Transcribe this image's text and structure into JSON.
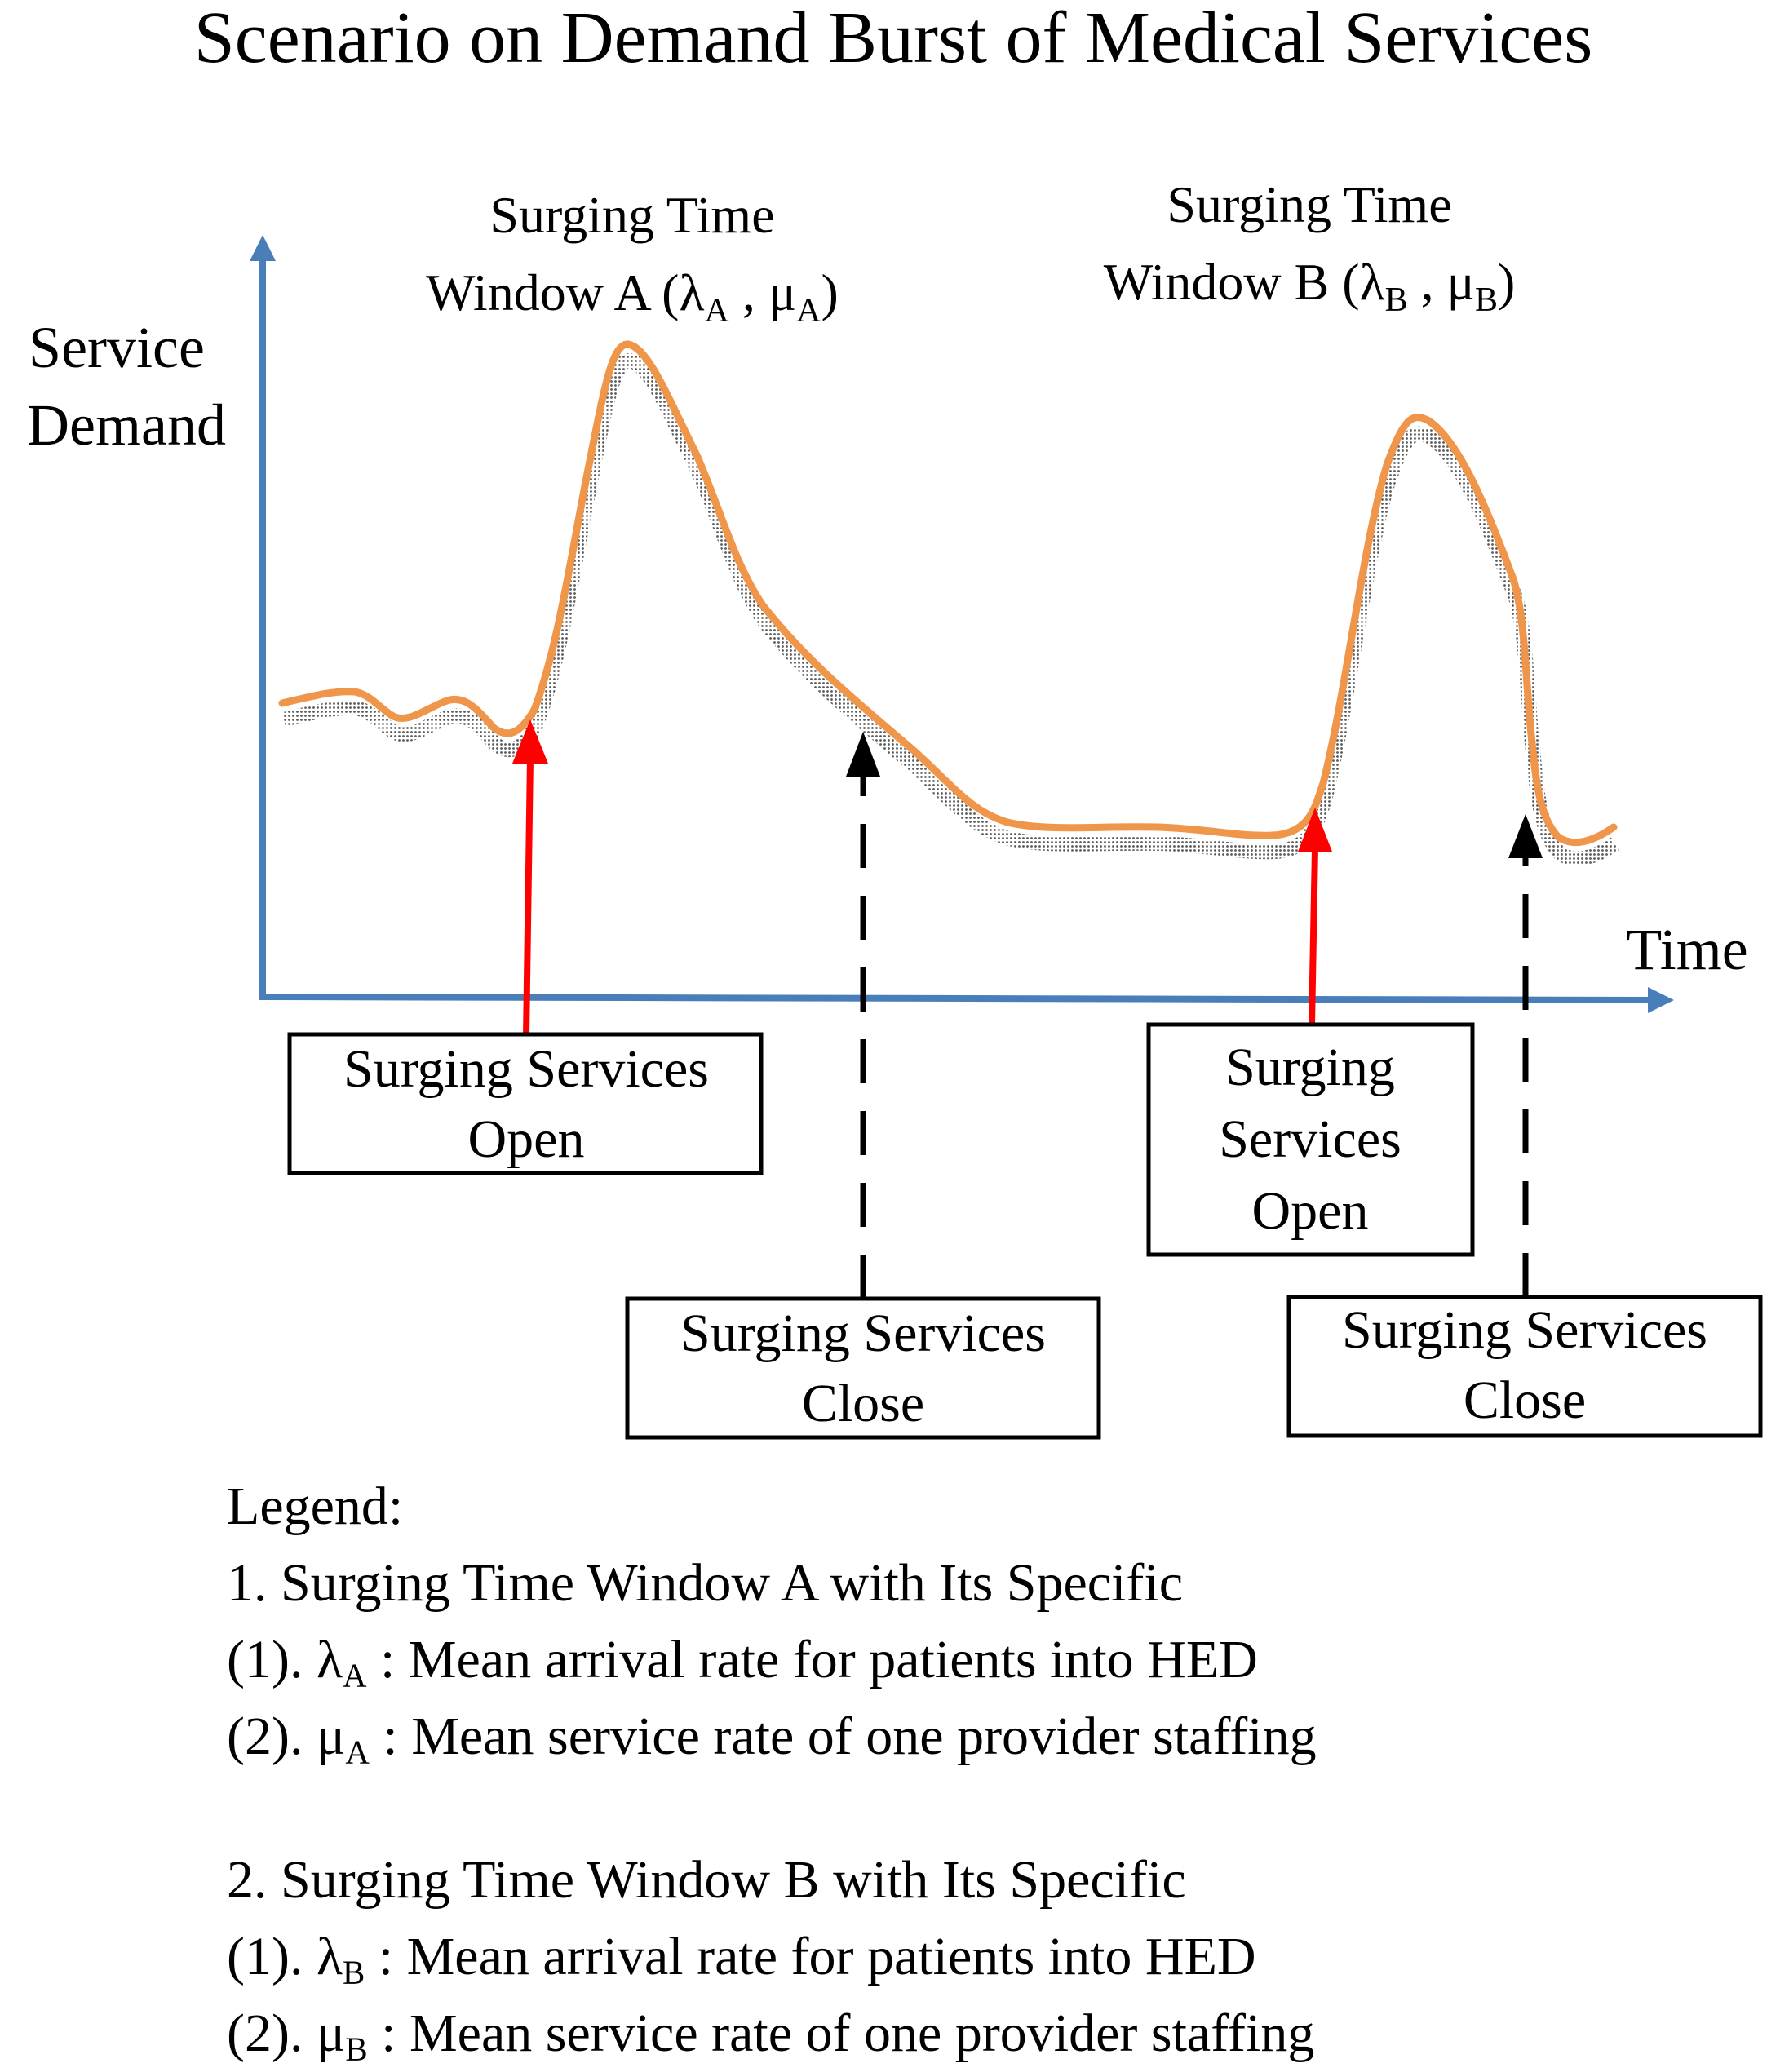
{
  "title": "Scenario on Demand Burst of Medical Services",
  "axes": {
    "y_label_lines": [
      "Service",
      "Demand"
    ],
    "x_label": "Time"
  },
  "windows": [
    {
      "heading_line1": "Surging Time",
      "heading_prefix": "Window A (",
      "lambda": "λ",
      "lambda_sub": "A",
      "separator": " , ",
      "mu": "μ",
      "mu_sub": "A",
      "closing": ")"
    },
    {
      "heading_line1": "Surging Time",
      "heading_prefix": "Window B (",
      "lambda": "λ",
      "lambda_sub": "B",
      "separator": " , ",
      "mu": "μ",
      "mu_sub": "B",
      "closing": ")"
    }
  ],
  "boxes": {
    "open_a_lines": [
      "Surging Services",
      "Open"
    ],
    "close_a_lines": [
      "Surging Services",
      "Close"
    ],
    "open_b_lines": [
      "Surging",
      "Services",
      "Open"
    ],
    "close_b_lines": [
      "Surging Services",
      "Close"
    ]
  },
  "legend": {
    "heading": "Legend:",
    "groups": [
      {
        "title": "1. Surging Time Window A with Its Specific",
        "items": [
          {
            "prefix": "(1). ",
            "symbol": "λ",
            "sub": "A",
            "text": " : Mean arrival rate for patients into HED"
          },
          {
            "prefix": "(2). ",
            "symbol": "μ",
            "sub": "A",
            "text": " : Mean service rate of one provider staffing"
          }
        ]
      },
      {
        "title": "2. Surging Time Window B with Its Specific",
        "items": [
          {
            "prefix": "(1). ",
            "symbol": "λ",
            "sub": "B",
            "text": " : Mean arrival rate for patients into HED"
          },
          {
            "prefix": "(2). ",
            "symbol": "μ",
            "sub": "B",
            "text": " : Mean service rate of one provider staffing"
          }
        ]
      }
    ]
  },
  "colors": {
    "axis": "#4a7ebb",
    "curve": "#f0964b",
    "open_arrow": "#ff0000",
    "close_arrow": "#000000",
    "box_border": "#000000"
  },
  "icons": {
    "open_marker": "red-solid-up-arrow",
    "close_marker": "black-dashed-up-arrow"
  }
}
